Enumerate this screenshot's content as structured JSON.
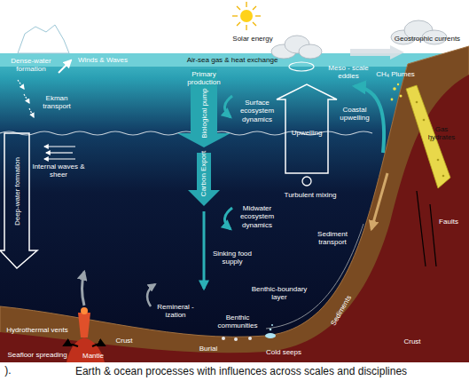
{
  "diagram": {
    "caption": "Earth & ocean processes with influences across scales and disciplines",
    "labels": [
      "Solar energy",
      "Dense-water formation",
      "Winds & Waves",
      "Air-sea gas & heat exchange",
      "Meso - scale eddies",
      "Geostrophic currents",
      "Ekman transport",
      "Primary production",
      "Biological pump",
      "Surface ecosystem dynamics",
      "CH₄ Plumes",
      "Coastal upwelling",
      "Gas hydrates",
      "Upwelling",
      "Deep-water formation",
      "Internal waves & sheer",
      "Carbon Export",
      "Turbulent mixing",
      "Midwater ecosystem dynamics",
      "Sediment transport",
      "Faults",
      "Sinking food supply",
      "Remineral -ization",
      "Benthic communities",
      "Benthic-boundary layer",
      "Sediments",
      "Hydrothermal vents",
      "Burial",
      "Cold seeps",
      "Crust",
      "Mantle",
      "Seafloor spreading",
      "Crust",
      ")."
    ]
  }
}
